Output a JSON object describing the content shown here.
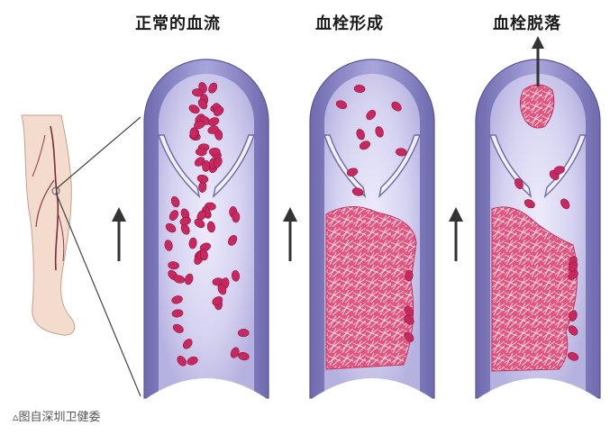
{
  "panels": [
    {
      "title": "正常的血流"
    },
    {
      "title": "血栓形成"
    },
    {
      "title": "血栓脱落"
    }
  ],
  "caption": "▵图自深圳卫健委",
  "colors": {
    "vessel_wall": "#8b87c4",
    "lumen": "#d4d2f1",
    "lumen_center": "#ebe9fa",
    "blood_cell": "#c8285d",
    "thrombus": "#e2557f",
    "arrow": "#333333",
    "skin": "#f4ded0"
  },
  "icons": [
    "leg-illustration",
    "flow-arrow-icon",
    "escape-arrow-icon"
  ]
}
